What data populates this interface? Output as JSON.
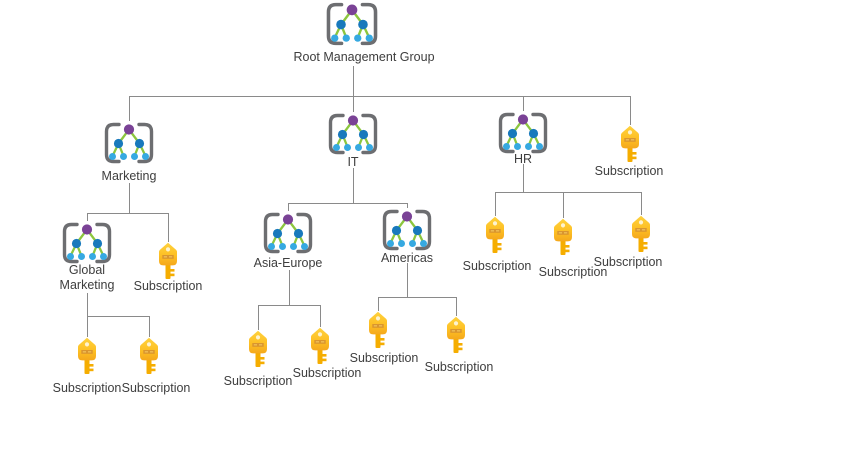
{
  "diagram": {
    "kind": "management-group-hierarchy",
    "nodes": {
      "root": {
        "label": "Root Management Group",
        "type": "management-group"
      },
      "marketing": {
        "label": "Marketing",
        "type": "management-group"
      },
      "it": {
        "label": "IT",
        "type": "management-group"
      },
      "hr": {
        "label": "HR",
        "type": "management-group"
      },
      "sub_root": {
        "label": "Subscription",
        "type": "subscription"
      },
      "global_marketing": {
        "label": "Global Marketing",
        "type": "management-group"
      },
      "sub_marketing": {
        "label": "Subscription",
        "type": "subscription"
      },
      "asia_europe": {
        "label": "Asia-Europe",
        "type": "management-group"
      },
      "americas": {
        "label": "Americas",
        "type": "management-group"
      },
      "sub_gm_1": {
        "label": "Subscription",
        "type": "subscription"
      },
      "sub_gm_2": {
        "label": "Subscription",
        "type": "subscription"
      },
      "sub_ae_1": {
        "label": "Subscription",
        "type": "subscription"
      },
      "sub_ae_2": {
        "label": "Subscription",
        "type": "subscription"
      },
      "sub_am_1": {
        "label": "Subscription",
        "type": "subscription"
      },
      "sub_am_2": {
        "label": "Subscription",
        "type": "subscription"
      },
      "sub_hr_1": {
        "label": "Subscription",
        "type": "subscription"
      },
      "sub_hr_2": {
        "label": "Subscription",
        "type": "subscription"
      },
      "sub_hr_3": {
        "label": "Subscription",
        "type": "subscription"
      }
    },
    "hierarchy": {
      "Root Management Group": [
        "Marketing",
        "IT",
        "HR",
        "Subscription"
      ],
      "Marketing": [
        "Global Marketing",
        "Subscription"
      ],
      "Global Marketing": [
        "Subscription",
        "Subscription"
      ],
      "IT": [
        "Asia-Europe",
        "Americas"
      ],
      "Asia-Europe": [
        "Subscription",
        "Subscription"
      ],
      "Americas": [
        "Subscription",
        "Subscription"
      ],
      "HR": [
        "Subscription",
        "Subscription",
        "Subscription"
      ]
    },
    "icons": {
      "management_group": "braces-tree-icon",
      "subscription": "key-icon"
    },
    "colors": {
      "connector": "#8a8a8a",
      "text": "#3e3e3e",
      "bracket_gray": "#6d6e71",
      "tree_purple": "#7a4296",
      "tree_green": "#8cc63e",
      "tree_blue": "#1879bc",
      "tree_light_blue": "#36a9e1",
      "key_yellow_light": "#ffd23e",
      "key_yellow_dark": "#f5a81c",
      "key_band": "#d9952f",
      "background": "#ffffff"
    }
  }
}
